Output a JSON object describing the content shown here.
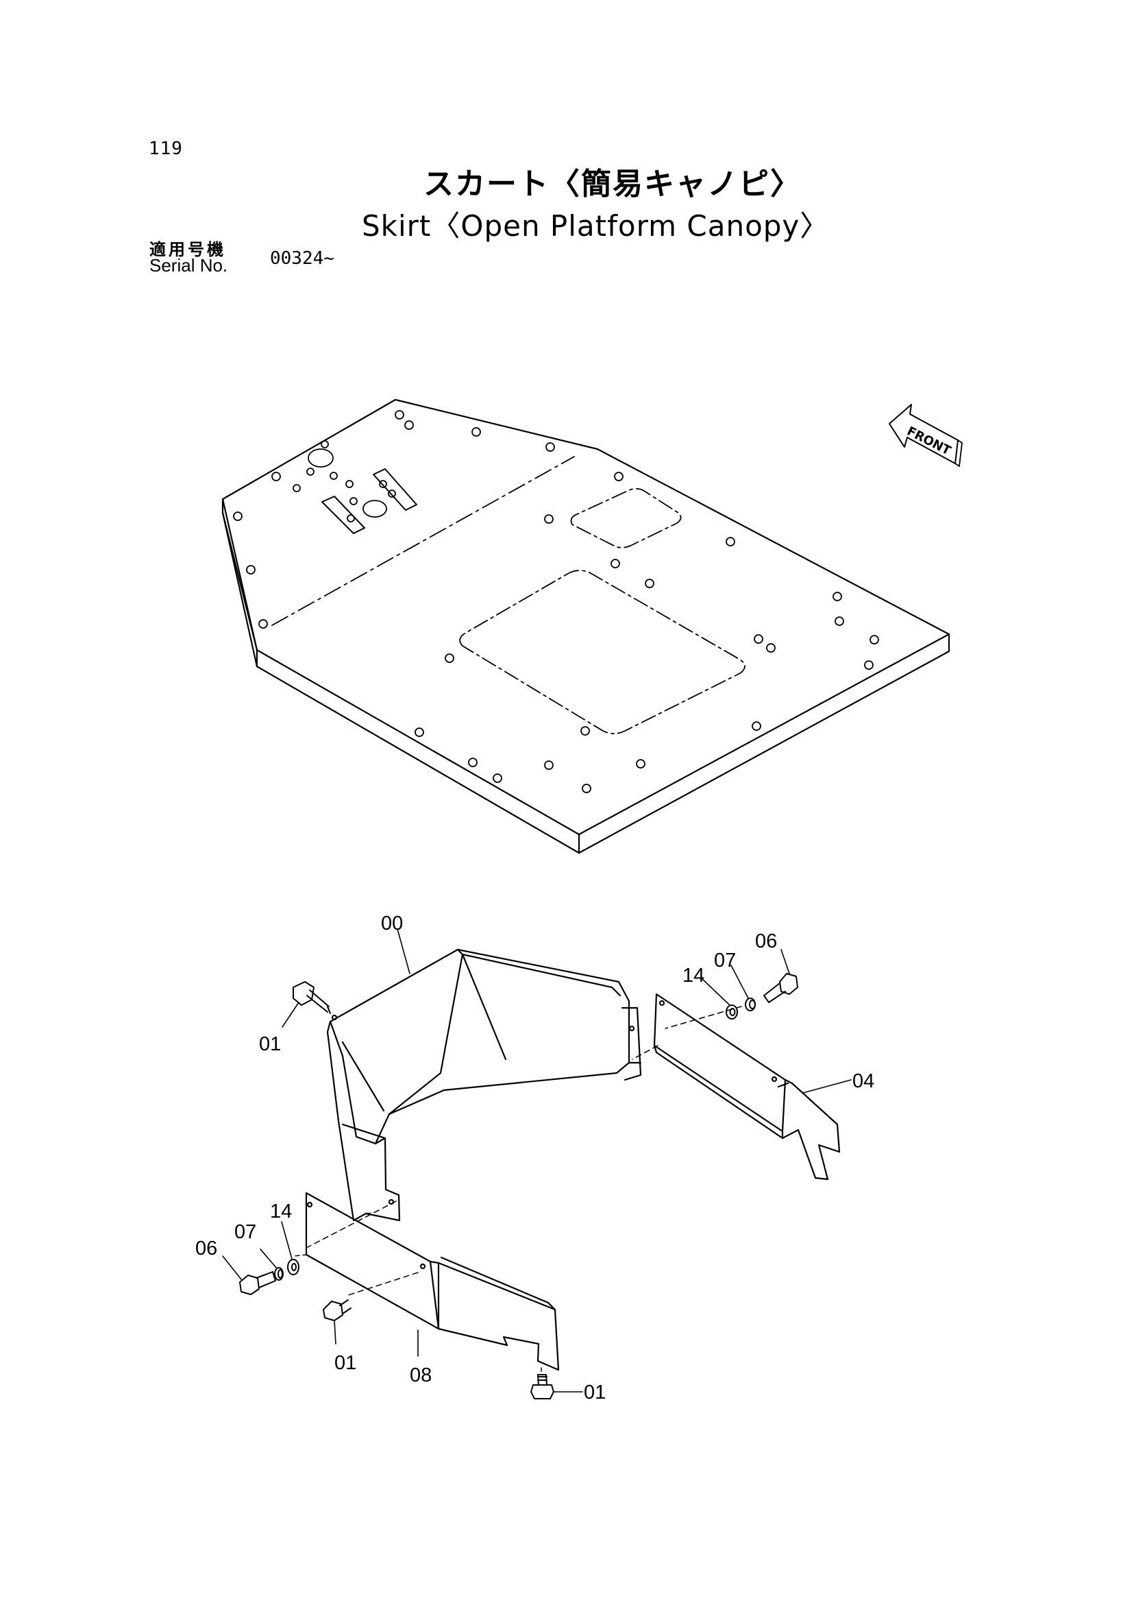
{
  "page": {
    "number": "119",
    "title_jp": "スカート〈簡易キャノピ〉",
    "title_en": "Skirt〈Open Platform Canopy〉",
    "serial_label_jp": "適用号機",
    "serial_label_en": "Serial No.",
    "serial_value": "00324~"
  },
  "orientation": {
    "arrow_text": "FRONT",
    "icon": "front-arrow-icon"
  },
  "parts": [
    {
      "id": "00"
    },
    {
      "id": "01"
    },
    {
      "id": "04"
    },
    {
      "id": "06"
    },
    {
      "id": "07"
    },
    {
      "id": "08"
    },
    {
      "id": "14"
    }
  ],
  "callouts": {
    "c00": "00",
    "c01a": "01",
    "c01b": "01",
    "c01c": "01",
    "c04": "04",
    "c06a": "06",
    "c06b": "06",
    "c07a": "07",
    "c07b": "07",
    "c14a": "14",
    "c14b": "14",
    "c08": "08"
  }
}
